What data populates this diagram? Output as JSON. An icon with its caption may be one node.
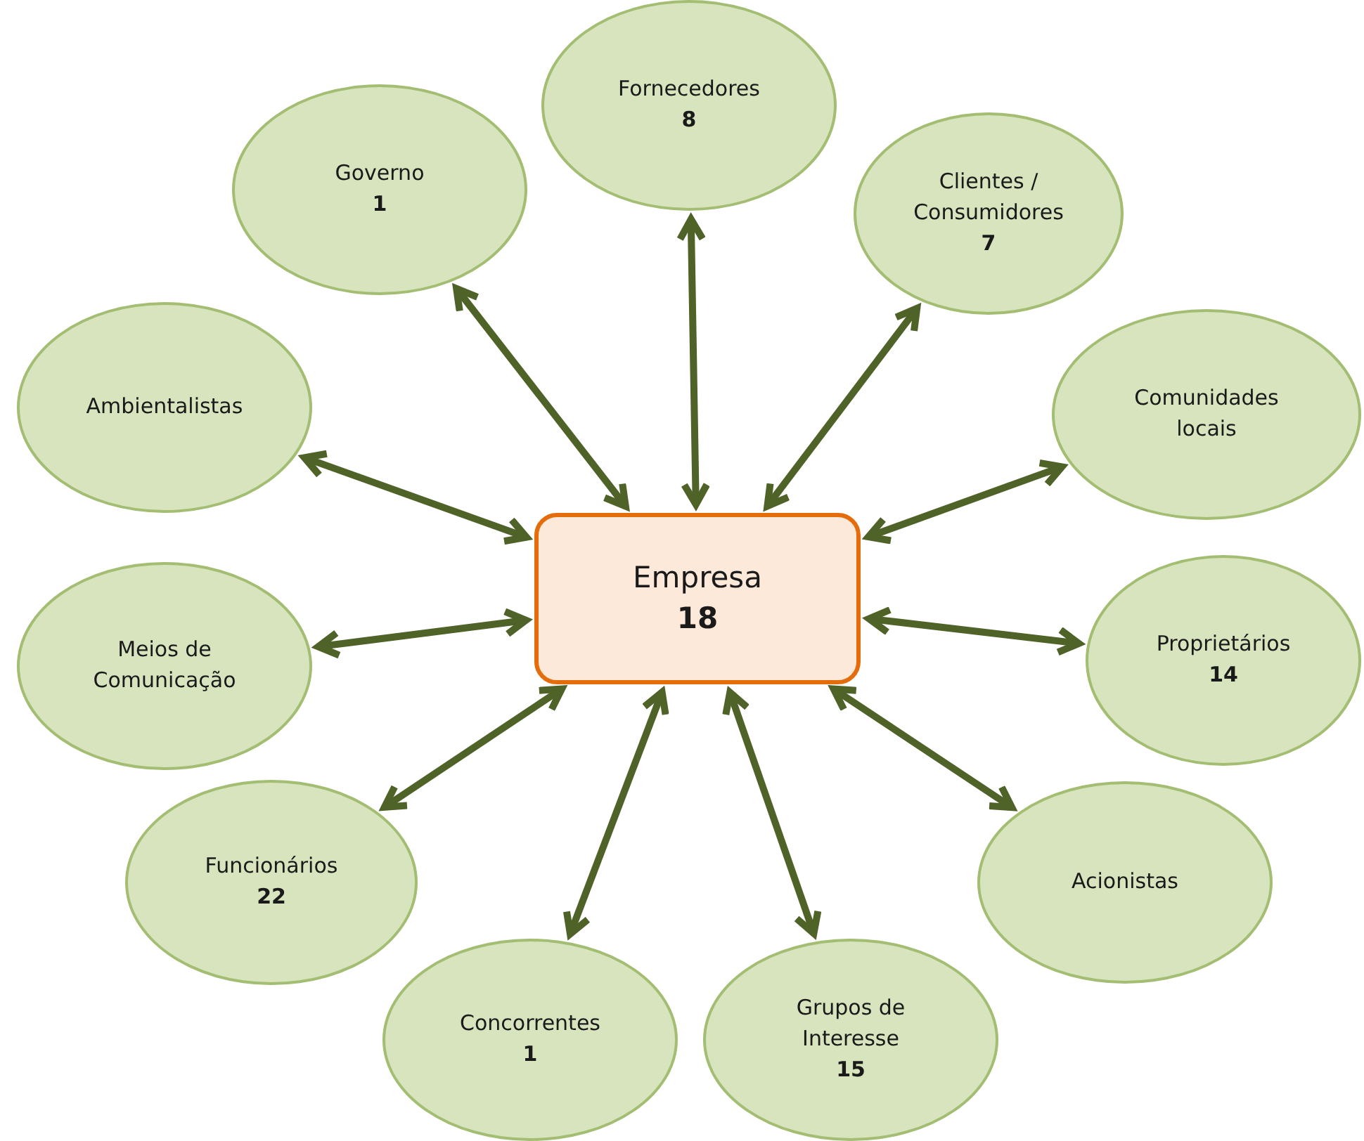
{
  "diagram": {
    "nodes": [
      {
        "text": [
          "Empresa",
          "18"
        ]
      },
      {
        "text": [
          "Governo",
          "1"
        ]
      },
      {
        "text": [
          "Fornecedores",
          "8"
        ]
      },
      {
        "text": [
          "Clientes / Consumidores",
          "7"
        ]
      },
      {
        "text": [
          "Ambientalistas"
        ]
      },
      {
        "text": [
          "Comunidades locais"
        ]
      },
      {
        "text": [
          "Meios de Comunicação"
        ]
      },
      {
        "text": [
          "Proprietários",
          "14"
        ]
      },
      {
        "text": [
          "Funcionários",
          "22"
        ]
      },
      {
        "text": [
          "Acionistas"
        ]
      },
      {
        "text": [
          "Concorrentes",
          "1"
        ]
      },
      {
        "text": [
          "Grupos de Interesse",
          "15"
        ]
      }
    ],
    "edges": [
      {
        "from": 0,
        "to": 1,
        "arrow": "both"
      },
      {
        "from": 0,
        "to": 2,
        "arrow": "both"
      },
      {
        "from": 0,
        "to": 3,
        "arrow": "both"
      },
      {
        "from": 0,
        "to": 4,
        "arrow": "both"
      },
      {
        "from": 0,
        "to": 5,
        "arrow": "both"
      },
      {
        "from": 0,
        "to": 6,
        "arrow": "both"
      },
      {
        "from": 0,
        "to": 7,
        "arrow": "both"
      },
      {
        "from": 0,
        "to": 8,
        "arrow": "both"
      },
      {
        "from": 0,
        "to": 9,
        "arrow": "both"
      },
      {
        "from": 0,
        "to": 10,
        "arrow": "both"
      },
      {
        "from": 0,
        "to": 11,
        "arrow": "both"
      }
    ]
  }
}
